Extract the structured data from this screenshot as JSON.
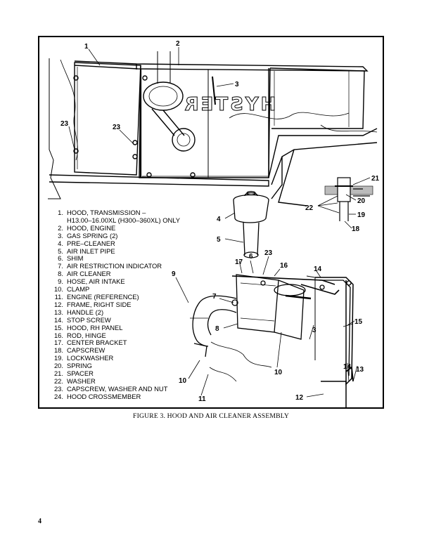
{
  "figure": {
    "brand_mirrored": "HYSTER",
    "callouts": {
      "c1": "1",
      "c2": "2",
      "c3": "3",
      "c23a": "23",
      "c23b": "23",
      "c21": "21",
      "c20": "20",
      "c22": "22",
      "c19": "19",
      "c18": "18",
      "c4": "4",
      "c5": "5",
      "c6": "6",
      "c17": "17",
      "c23c": "23",
      "c16": "16",
      "c9": "9",
      "c7": "7",
      "c8": "8",
      "c14a": "14",
      "c3b": "3",
      "c15": "15",
      "c10a": "10",
      "c10b": "10",
      "c11": "11",
      "c14b": "14",
      "c13": "13",
      "c12": "12"
    }
  },
  "legend": [
    {
      "num": "1.",
      "text": "HOOD, TRANSMISSION –"
    },
    {
      "num": "",
      "text": "H13.00–16.00XL  (H300–360XL) ONLY"
    },
    {
      "num": "2.",
      "text": "HOOD, ENGINE"
    },
    {
      "num": "3.",
      "text": "GAS SPRING (2)"
    },
    {
      "num": "4.",
      "text": "PRE–CLEANER"
    },
    {
      "num": "5.",
      "text": "AIR INLET PIPE"
    },
    {
      "num": "6.",
      "text": "SHIM"
    },
    {
      "num": "7.",
      "text": "AIR RESTRICTION INDICATOR"
    },
    {
      "num": "8.",
      "text": "AIR CLEANER"
    },
    {
      "num": "9.",
      "text": "HOSE, AIR INTAKE"
    },
    {
      "num": "10.",
      "text": "CLAMP"
    },
    {
      "num": "11.",
      "text": "ENGINE (REFERENCE)"
    },
    {
      "num": "12.",
      "text": "FRAME, RIGHT SIDE"
    },
    {
      "num": "13.",
      "text": "HANDLE (2)"
    },
    {
      "num": "14.",
      "text": "STOP SCREW"
    },
    {
      "num": "15.",
      "text": "HOOD, RH PANEL"
    },
    {
      "num": "16.",
      "text": "ROD, HINGE"
    },
    {
      "num": "17.",
      "text": "CENTER BRACKET"
    },
    {
      "num": "18.",
      "text": "CAPSCREW"
    },
    {
      "num": "19.",
      "text": "LOCKWASHER"
    },
    {
      "num": "20.",
      "text": "SPRING"
    },
    {
      "num": "21.",
      "text": "SPACER"
    },
    {
      "num": "22.",
      "text": "WASHER"
    },
    {
      "num": "23.",
      "text": "CAPSCREW,  WASHER AND NUT"
    },
    {
      "num": "24.",
      "text": "HOOD CROSSMEMBER"
    }
  ],
  "caption": "FIGURE 3. HOOD AND AIR CLEANER ASSEMBLY",
  "page_number": "4"
}
